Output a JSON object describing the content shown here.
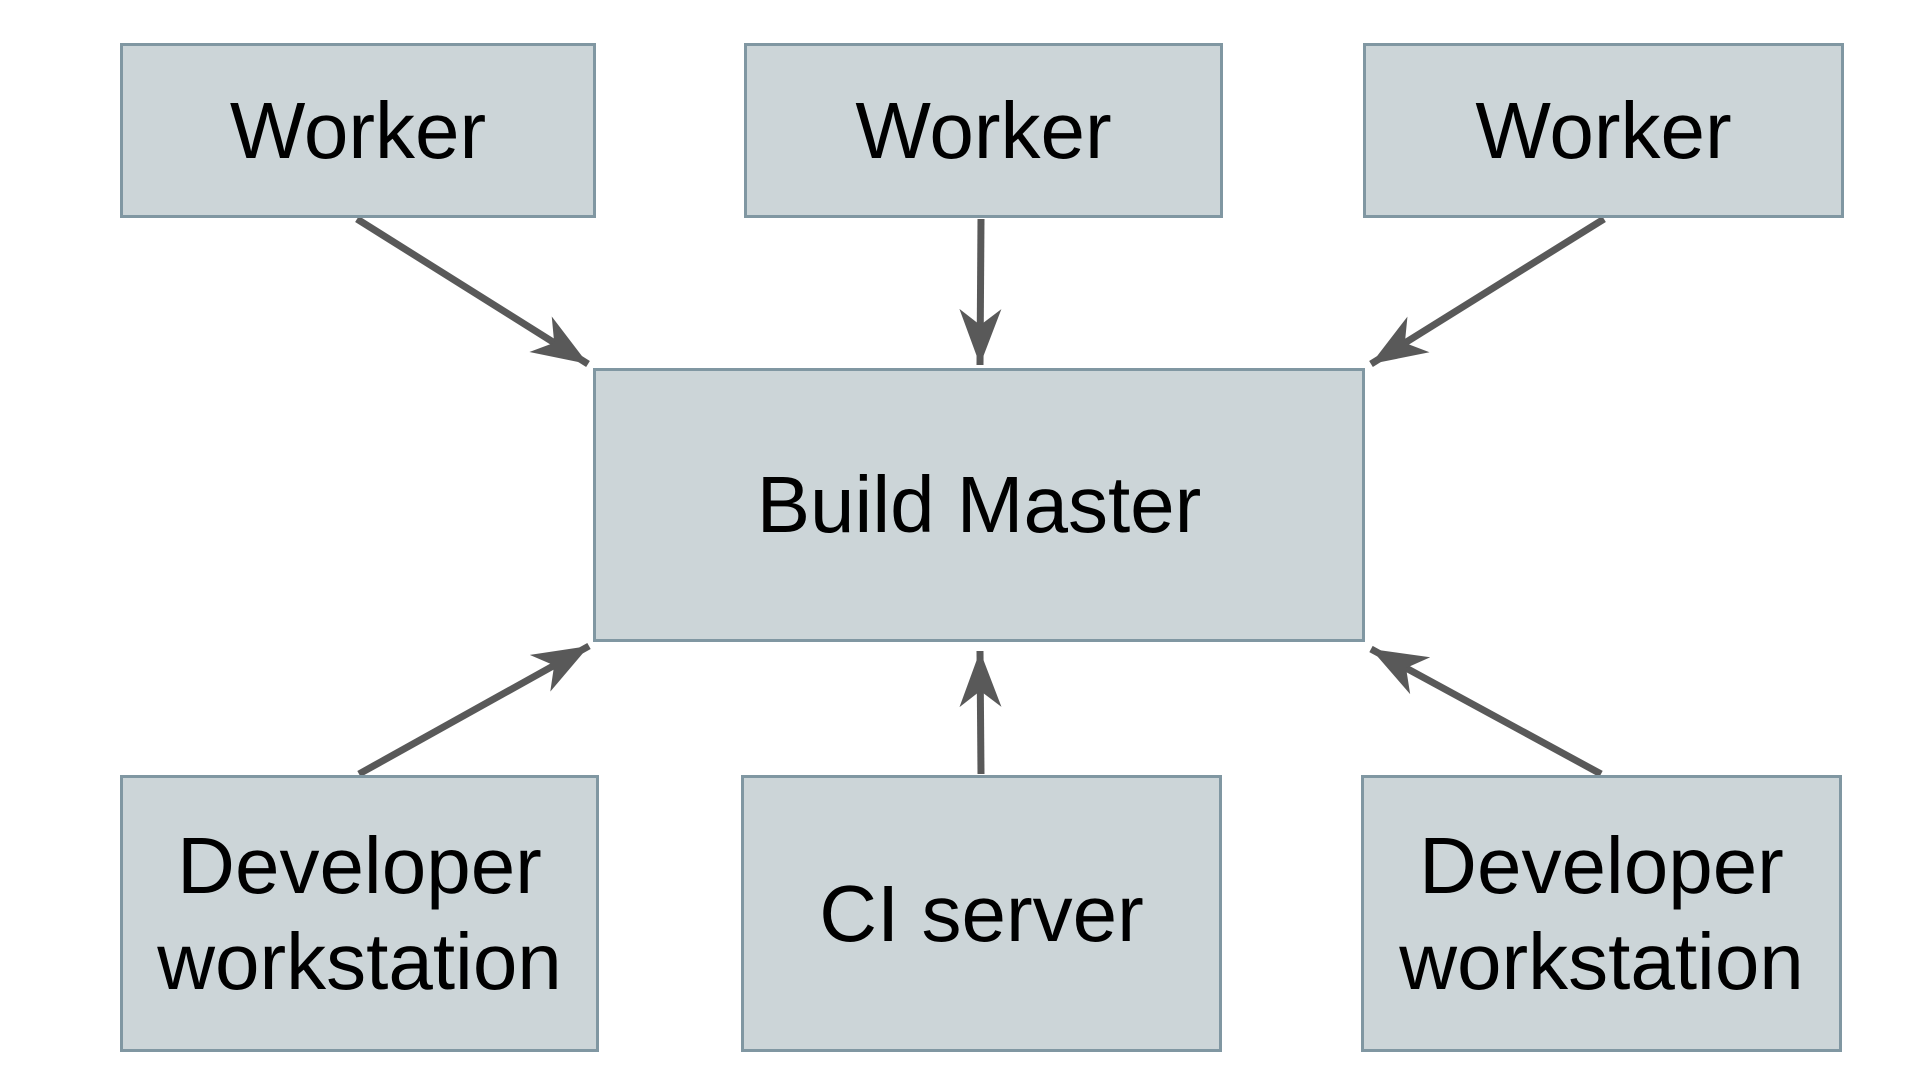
{
  "diagram": {
    "type": "architecture-diagram",
    "nodes": [
      {
        "id": "worker-1",
        "label": "Worker"
      },
      {
        "id": "worker-2",
        "label": "Worker"
      },
      {
        "id": "worker-3",
        "label": "Worker"
      },
      {
        "id": "build-master",
        "label": "Build Master"
      },
      {
        "id": "dev-workstation-1",
        "label": "Developer workstation"
      },
      {
        "id": "ci-server",
        "label": "CI server"
      },
      {
        "id": "dev-workstation-2",
        "label": "Developer workstation"
      }
    ],
    "edges": [
      {
        "from": "worker-1",
        "to": "build-master"
      },
      {
        "from": "worker-2",
        "to": "build-master"
      },
      {
        "from": "worker-3",
        "to": "build-master"
      },
      {
        "from": "dev-workstation-1",
        "to": "build-master"
      },
      {
        "from": "ci-server",
        "to": "build-master"
      },
      {
        "from": "dev-workstation-2",
        "to": "build-master"
      }
    ],
    "colors": {
      "node_fill": "#ccd5d8",
      "node_border": "#8097a2",
      "arrow": "#595959",
      "text": "#000000",
      "background": "#ffffff"
    }
  }
}
